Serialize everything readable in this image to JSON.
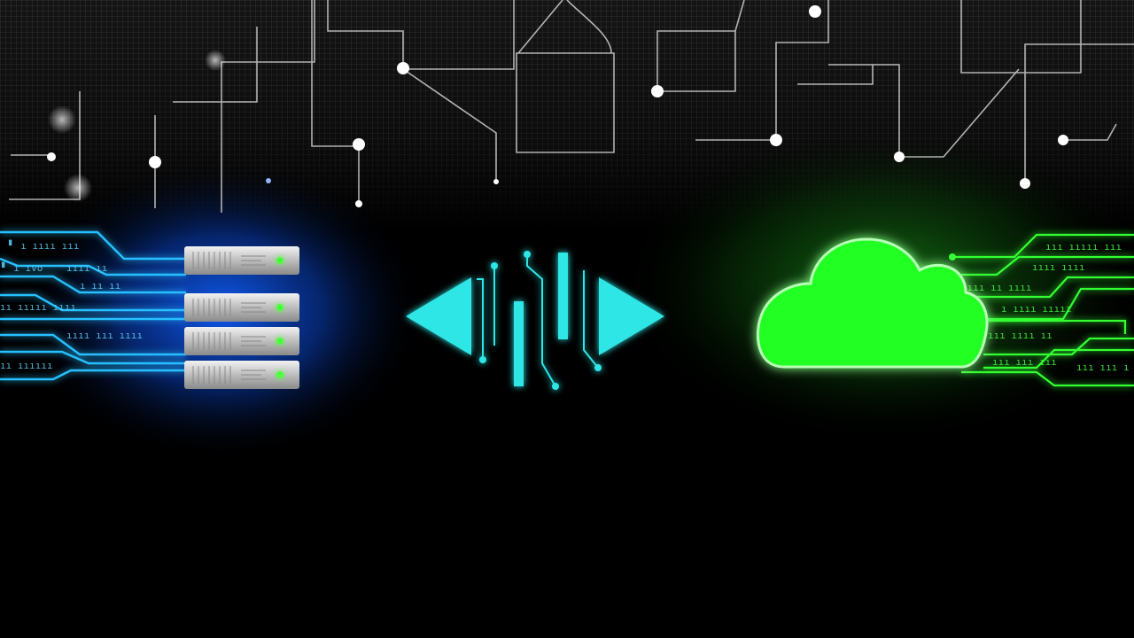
{
  "scene": {
    "description": "Server to cloud data migration illustration",
    "colors": {
      "background": "#000000",
      "grid": "#3a3a3a",
      "circuit_white": "#d8d8d8",
      "server_glow": "#0a5cff",
      "server_lines": "#22b8ff",
      "arrows": "#2ee6e6",
      "cloud": "#22ff22",
      "cloud_lines": "#33ff33"
    },
    "server_rack": {
      "units": 4,
      "led_color": "#4cff3a"
    },
    "transfer_icon": {
      "left": "left-arrow-icon",
      "right": "right-arrow-icon"
    },
    "cloud_icon": "cloud-icon",
    "left_code_lines": [
      "▘ ı ıııı ııı",
      "▘ ı ıvo",
      "ıııı ıı",
      "ı ıı ıı",
      "ıı ııııı ıııı",
      "ıııı ııı ıııı",
      "ıı ıııııı"
    ],
    "right_code_lines": [
      "ııı ııııı ııı",
      "ıııı  ıııı",
      "ıııı ıı ıııı",
      "ı ıııı ııııı",
      "ııı ıııı ıı",
      "ııı ııı ııı",
      "ııı ııı ı"
    ]
  }
}
